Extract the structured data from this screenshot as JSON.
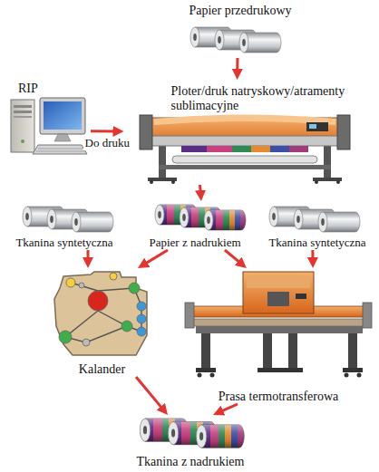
{
  "diagram": {
    "nodes": [
      {
        "text": [
          "Papier przedrukowy"
        ]
      },
      {
        "text": [
          "RIP"
        ]
      },
      {
        "text": [
          "Ploter/druk natryskowy/atramenty sublimacyjne"
        ]
      },
      {
        "text": [
          "Tkanina syntetyczna"
        ]
      },
      {
        "text": [
          "Papier z nadrukiem"
        ]
      },
      {
        "text": [
          "Tkanina syntetyczna"
        ]
      },
      {
        "text": [
          "Kalander"
        ]
      },
      {
        "text": [
          "Prasa termotransferowa"
        ]
      },
      {
        "text": [
          "Tkanina z nadrukiem"
        ]
      }
    ],
    "edges": [
      {
        "from": 0,
        "to": 2,
        "arrow": "to"
      },
      {
        "from": 1,
        "to": 2,
        "label": "Do druku",
        "arrow": "to"
      },
      {
        "from": 2,
        "to": 4,
        "arrow": "to"
      },
      {
        "from": 3,
        "to": 6,
        "arrow": "to"
      },
      {
        "from": 4,
        "to": 6,
        "arrow": "to"
      },
      {
        "from": 4,
        "to": 7,
        "arrow": "to"
      },
      {
        "from": 5,
        "to": 7,
        "arrow": "to"
      },
      {
        "from": 6,
        "to": 8,
        "arrow": "to"
      },
      {
        "from": 7,
        "to": 8,
        "arrow": "to"
      }
    ]
  }
}
